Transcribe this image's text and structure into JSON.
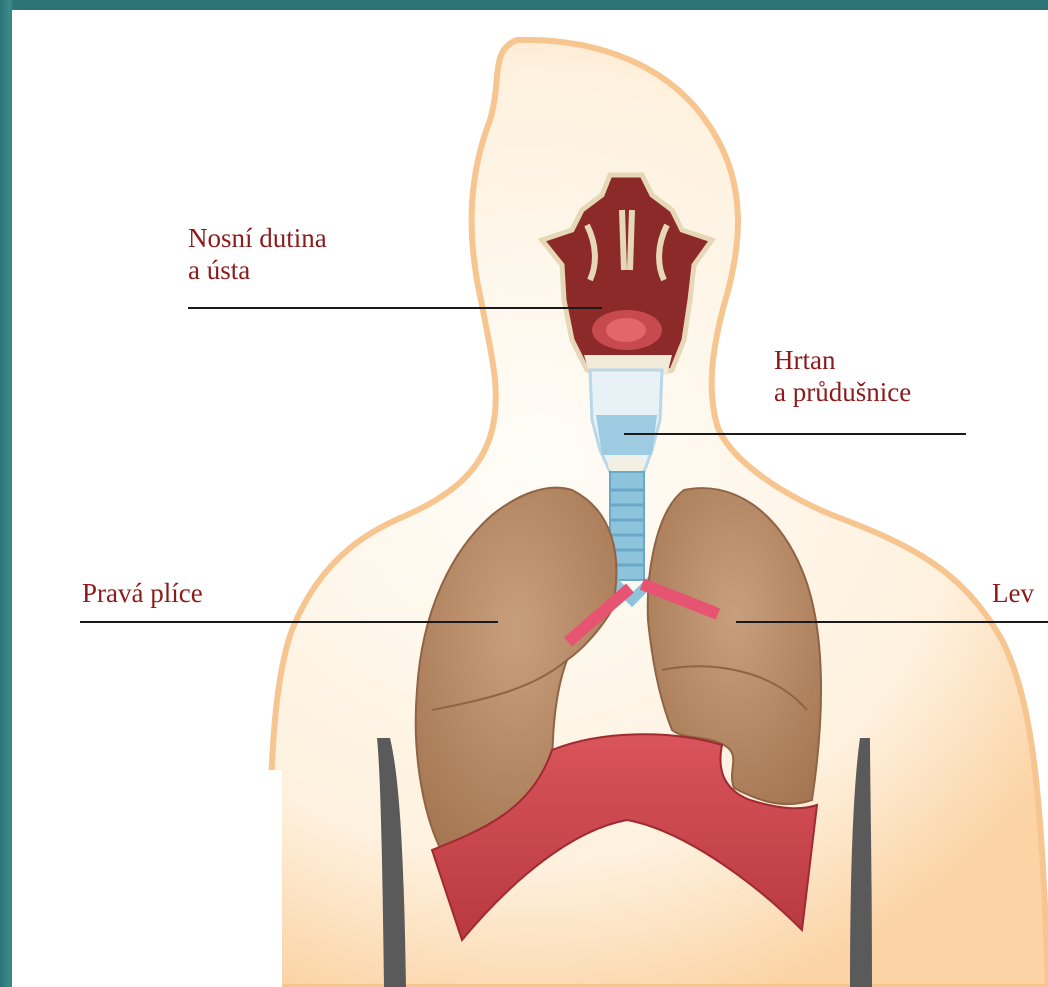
{
  "labels": {
    "nasal_cavity": {
      "line1": "Nosní dutina",
      "line2": "a ústa"
    },
    "larynx": {
      "line1": "Hrtan",
      "line2": "a průdušnice"
    },
    "right_lung": {
      "line1": "Pravá plíce"
    },
    "left_lung": {
      "line1": "Lev"
    }
  },
  "colors": {
    "frame": "#1f6a6e",
    "label_text": "#8c1b1b",
    "skin": "#fde2c1",
    "lung": "#b98a66",
    "diaphragm": "#c8434a",
    "trachea": "#8ec3dc",
    "bronchi_highlight": "#e65472"
  }
}
